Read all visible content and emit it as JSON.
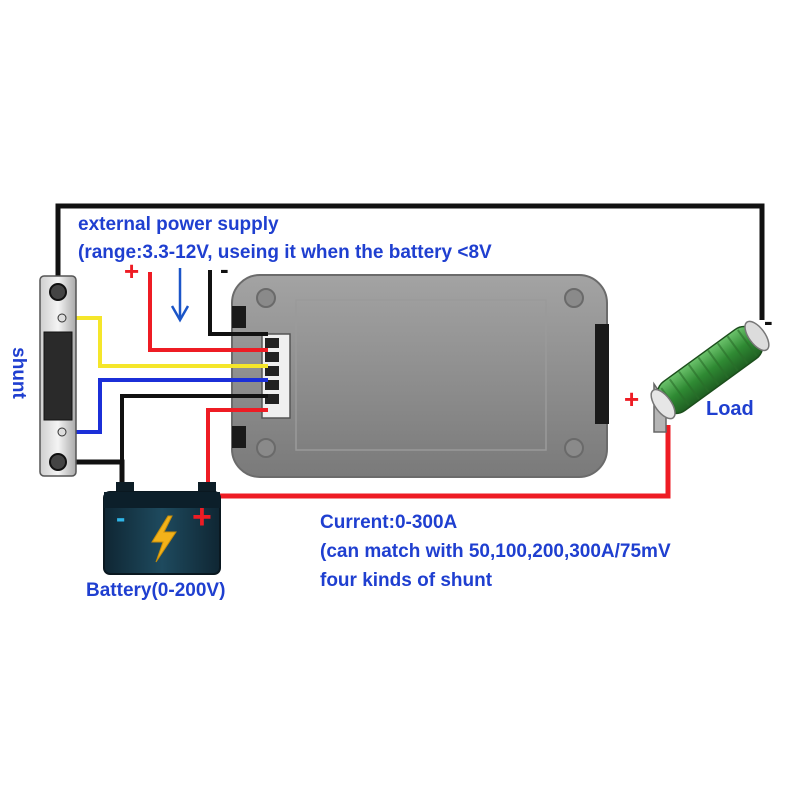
{
  "labels": {
    "ext_supply_title": "external power supply",
    "ext_supply_range": "(range:3.3-12V, useing it when the battery <8V",
    "shunt": "shunt",
    "load": "Load",
    "current_line1": "Current:0-300A",
    "current_line2": "(can match with 50,100,200,300A/75mV",
    "current_line3": "four kinds of shunt",
    "battery": "Battery(0-200V)"
  },
  "signs": {
    "ext_plus": "+",
    "ext_minus": "-",
    "load_plus": "+",
    "load_minus": "-",
    "battery_plus": "+",
    "battery_minus": "-"
  },
  "colors": {
    "label_text": "#1f3fd0",
    "wire_red": "#ee1c24",
    "wire_black": "#111111",
    "wire_yellow": "#f5e62a",
    "wire_blue": "#1b2fd8",
    "arrow_blue": "#1b55c8",
    "meter_body": "#8c8c8c",
    "resistor_green": "#3f9a3f",
    "battery_body": "#163546",
    "bolt": "#f2b21a"
  },
  "icons": {
    "battery": "battery-icon",
    "lightning": "lightning-bolt-icon",
    "resistor": "resistor-icon",
    "shunt": "shunt-icon",
    "meter": "meter-module-icon",
    "arrow": "arrow-down-icon"
  }
}
